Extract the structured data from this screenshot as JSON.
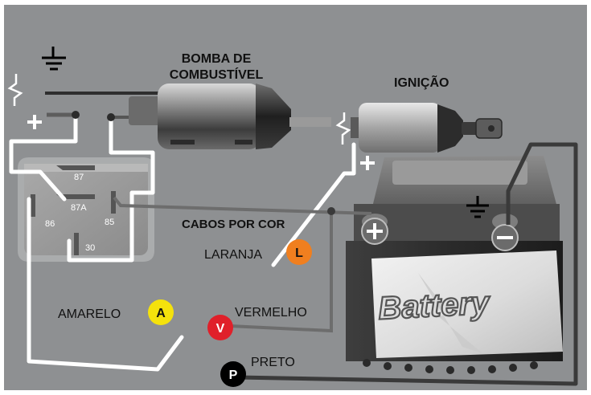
{
  "labels": {
    "fuel_pump": [
      "BOMBA DE",
      "COMBUSTÍVEL"
    ],
    "ignition": "IGNIÇÃO",
    "cables_by_color": "CABOS POR COR",
    "battery": "Battery"
  },
  "relay": {
    "pins": [
      "87",
      "87A",
      "86",
      "85",
      "30"
    ]
  },
  "signs": {
    "plus": "+",
    "minus": "−"
  },
  "wire_legend": [
    {
      "name": "LARANJA",
      "letter": "L",
      "color": "#f07f1f"
    },
    {
      "name": "AMARELO",
      "letter": "A",
      "color": "#f5e20c"
    },
    {
      "name": "VERMELHO",
      "letter": "V",
      "color": "#e0202a"
    },
    {
      "name": "PRETO",
      "letter": "P",
      "color": "#000000"
    }
  ],
  "colors": {
    "background": "#8e9092",
    "wire_white": "#ffffff",
    "wire_dark": "#3a3a3a",
    "wire_gray": "#6d6d6d",
    "frame": "#ffffff"
  }
}
